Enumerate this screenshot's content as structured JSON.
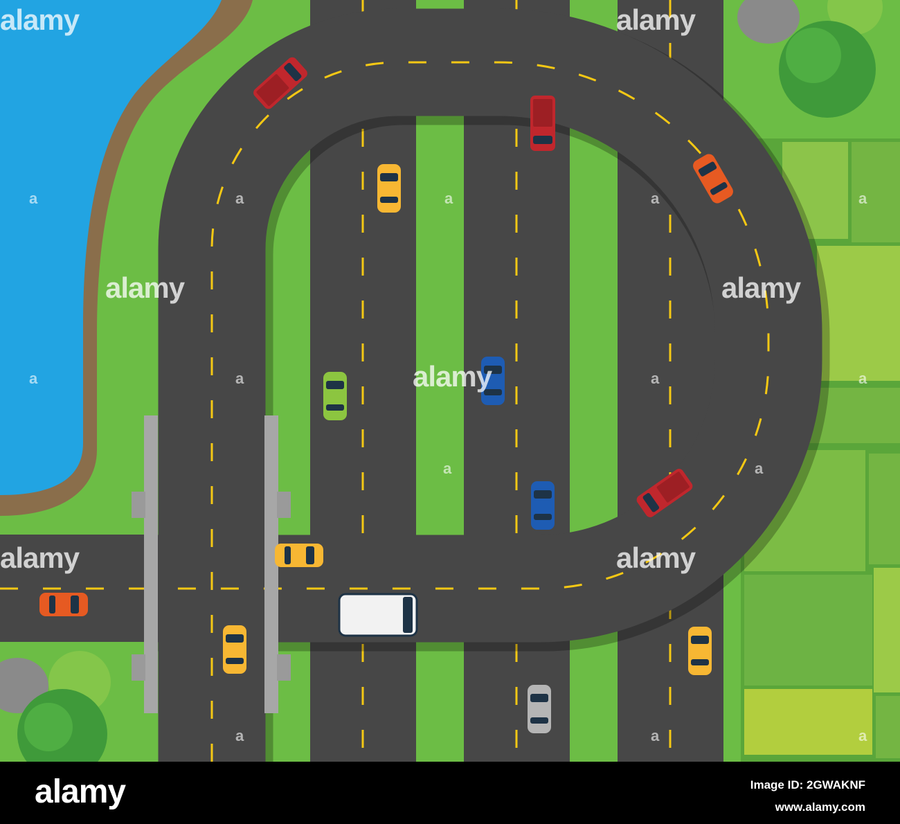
{
  "watermark": {
    "brand": "alamy",
    "small_mark": "a"
  },
  "footer": {
    "logo": "alamy",
    "image_id": "Image ID: 2GWAKNF",
    "site": "www.alamy.com"
  },
  "colors": {
    "water": "#22a4e2",
    "shore": "#8a6e4b",
    "grass": "#6cbd45",
    "grass_dark": "#5aa63a",
    "road": "#474747",
    "lane_mark": "#f5c814",
    "bridge_pillar": "#a7a7a7",
    "field_light": "#8cc44a",
    "field_mid": "#74b543",
    "field_yellow": "#b2ce3e"
  },
  "vehicles": [
    {
      "name": "red-pickup-truck",
      "color": "#c0272d"
    },
    {
      "name": "red-pickup-truck",
      "color": "#c0272d"
    },
    {
      "name": "red-pickup-truck",
      "color": "#c0272d"
    },
    {
      "name": "orange-car",
      "color": "#e65a22"
    },
    {
      "name": "orange-car",
      "color": "#e65a22"
    },
    {
      "name": "yellow-car",
      "color": "#f7b733"
    },
    {
      "name": "green-car",
      "color": "#8cc540"
    },
    {
      "name": "blue-car",
      "color": "#1e5cb3"
    },
    {
      "name": "blue-car",
      "color": "#1e5cb3"
    },
    {
      "name": "yellow-taxi",
      "color": "#f7b733"
    },
    {
      "name": "yellow-taxi",
      "color": "#f7b733"
    },
    {
      "name": "yellow-taxi",
      "color": "#f7b733"
    },
    {
      "name": "white-van",
      "color": "#f2f2f2"
    },
    {
      "name": "grey-car",
      "color": "#b5b5b5"
    }
  ]
}
